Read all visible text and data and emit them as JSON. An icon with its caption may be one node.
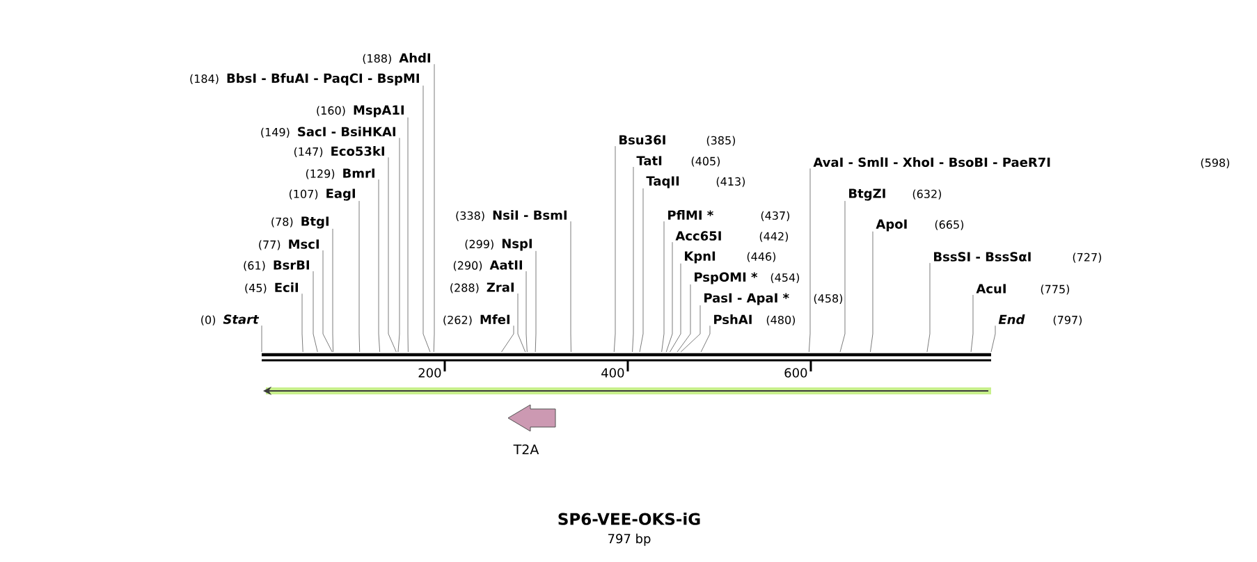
{
  "diagram": {
    "title": "SP6-VEE-OKS-iG",
    "caption": "797 bp",
    "nodes": [
      {
        "text": [
          "(188)",
          "AhdI"
        ]
      },
      {
        "text": [
          "(184)",
          "BbsI - BfuAI - PaqCI - BspMI"
        ]
      },
      {
        "text": [
          "(160)",
          "MspA1I"
        ]
      },
      {
        "text": [
          "(149)",
          "SacI - BsiHKAI"
        ]
      },
      {
        "text": [
          "(147)",
          "Eco53kI"
        ]
      },
      {
        "text": [
          "(129)",
          "BmrI"
        ]
      },
      {
        "text": [
          "(107)",
          "EagI"
        ]
      },
      {
        "text": [
          "Bsu36I",
          "(385)"
        ]
      },
      {
        "text": [
          "TatI",
          "(405)"
        ]
      },
      {
        "text": [
          "AvaI - SmlI - XhoI - BsoBI - PaeR7I",
          "(598)"
        ]
      },
      {
        "text": [
          "TaqII",
          "(413)"
        ]
      },
      {
        "text": [
          "BtgZI",
          "(632)"
        ]
      },
      {
        "text": [
          "(338)",
          "NsiI - BsmI"
        ]
      },
      {
        "text": [
          "PflMI *",
          "(437)"
        ]
      },
      {
        "text": [
          "(78)",
          "BtgI"
        ]
      },
      {
        "text": [
          "ApoI",
          "(665)"
        ]
      },
      {
        "text": [
          "(77)",
          "MscI"
        ]
      },
      {
        "text": [
          "(299)",
          "NspI"
        ]
      },
      {
        "text": [
          "Acc65I",
          "(442)"
        ]
      },
      {
        "text": [
          "(61)",
          "BsrBI"
        ]
      },
      {
        "text": [
          "(290)",
          "AatII"
        ]
      },
      {
        "text": [
          "KpnI",
          "(446)"
        ]
      },
      {
        "text": [
          "BssSI - BssSαI",
          "(727)"
        ]
      },
      {
        "text": [
          "PspOMI *",
          "(454)"
        ]
      },
      {
        "text": [
          "(45)",
          "EciI"
        ]
      },
      {
        "text": [
          "(288)",
          "ZraI"
        ]
      },
      {
        "text": [
          "AcuI",
          "(775)"
        ]
      },
      {
        "text": [
          "PasI - ApaI *",
          "(458)"
        ]
      },
      {
        "text": [
          "(0)",
          "Start"
        ]
      },
      {
        "text": [
          "(262)",
          "MfeI"
        ]
      },
      {
        "text": [
          "PshAI",
          "(480)"
        ]
      },
      {
        "text": [
          "End",
          "(797)"
        ]
      },
      {
        "text": [],
        "shape": "bar"
      },
      {
        "text": [],
        "shape": "arrow"
      },
      {
        "text": [
          "T2A"
        ]
      }
    ],
    "edges": [
      {
        "from": 0,
        "to": 32,
        "arrow": "none"
      },
      {
        "from": 1,
        "to": 32,
        "arrow": "none"
      },
      {
        "from": 2,
        "to": 32,
        "arrow": "none"
      },
      {
        "from": 3,
        "to": 32,
        "arrow": "none"
      },
      {
        "from": 4,
        "to": 32,
        "arrow": "none"
      },
      {
        "from": 5,
        "to": 32,
        "arrow": "none"
      },
      {
        "from": 6,
        "to": 32,
        "arrow": "none"
      },
      {
        "from": 7,
        "to": 32,
        "arrow": "none"
      },
      {
        "from": 8,
        "to": 32,
        "arrow": "none"
      },
      {
        "from": 9,
        "to": 32,
        "arrow": "none"
      },
      {
        "from": 10,
        "to": 32,
        "arrow": "none"
      },
      {
        "from": 11,
        "to": 32,
        "arrow": "none"
      },
      {
        "from": 12,
        "to": 32,
        "arrow": "none"
      },
      {
        "from": 13,
        "to": 32,
        "arrow": "none"
      },
      {
        "from": 14,
        "to": 32,
        "arrow": "none"
      },
      {
        "from": 15,
        "to": 32,
        "arrow": "none"
      },
      {
        "from": 16,
        "to": 32,
        "arrow": "none"
      },
      {
        "from": 17,
        "to": 32,
        "arrow": "none"
      },
      {
        "from": 18,
        "to": 32,
        "arrow": "none"
      },
      {
        "from": 19,
        "to": 32,
        "arrow": "none"
      },
      {
        "from": 20,
        "to": 32,
        "arrow": "none"
      },
      {
        "from": 21,
        "to": 32,
        "arrow": "none"
      },
      {
        "from": 22,
        "to": 32,
        "arrow": "none"
      },
      {
        "from": 23,
        "to": 32,
        "arrow": "none"
      },
      {
        "from": 24,
        "to": 32,
        "arrow": "none"
      },
      {
        "from": 25,
        "to": 32,
        "arrow": "none"
      },
      {
        "from": 26,
        "to": 32,
        "arrow": "none"
      },
      {
        "from": 27,
        "to": 32,
        "arrow": "none"
      },
      {
        "from": 28,
        "to": 32,
        "arrow": "none"
      },
      {
        "from": 29,
        "to": 32,
        "arrow": "none"
      },
      {
        "from": 30,
        "to": 32,
        "arrow": "none"
      },
      {
        "from": 31,
        "to": 32,
        "arrow": "none"
      }
    ],
    "labels": [
      "200",
      "400",
      "600"
    ]
  }
}
